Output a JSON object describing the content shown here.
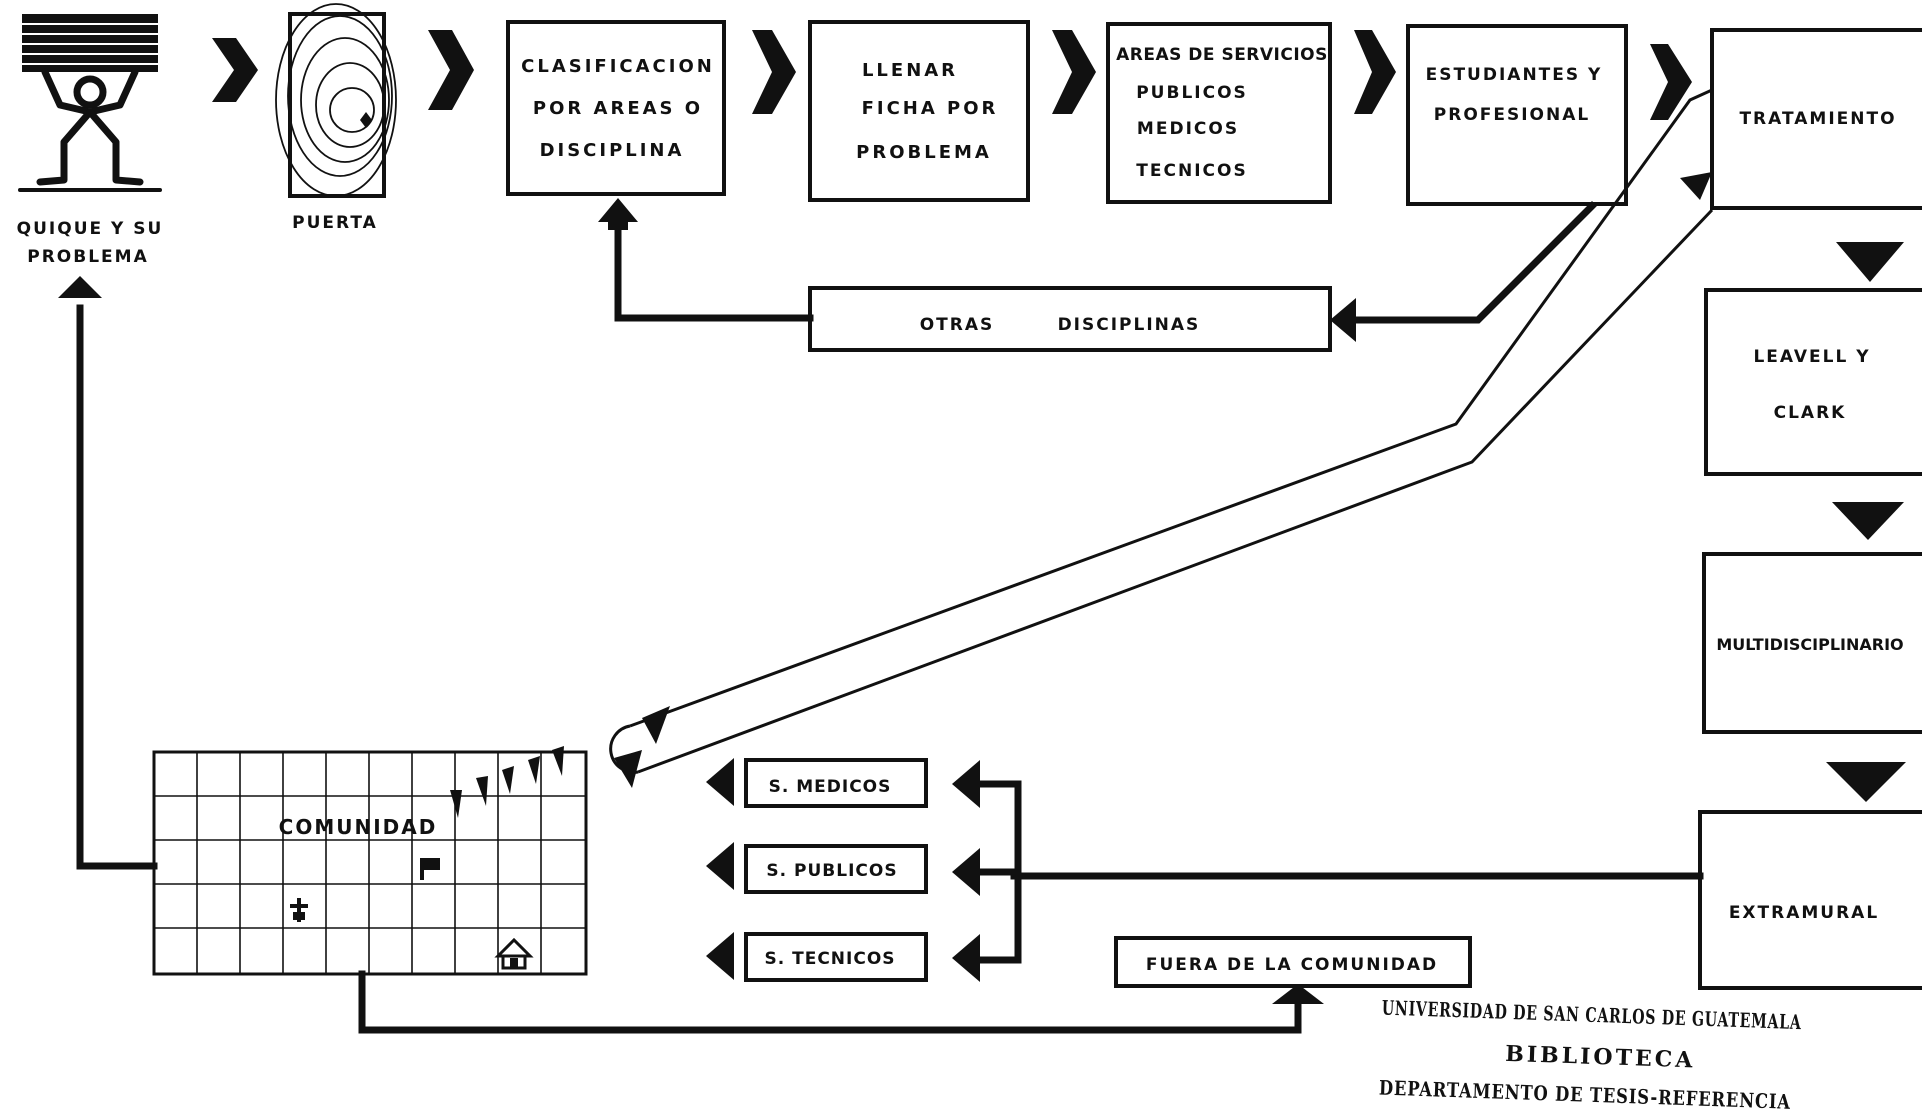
{
  "left_figure": {
    "label_line1": "QUIQUE Y SU",
    "label_line2": "PROBLEMA"
  },
  "door": {
    "label": "PUERTA"
  },
  "top_boxes": [
    {
      "lines": [
        "CLASIFICACION",
        "POR AREAS  O",
        "DISCIPLINA"
      ]
    },
    {
      "lines": [
        "LLENAR",
        "FICHA POR",
        "PROBLEMA"
      ]
    },
    {
      "lines": [
        "AREAS DE SERVICIOS",
        "PUBLICOS",
        "MEDICOS",
        "TECNICOS"
      ]
    },
    {
      "lines": [
        "ESTUDIANTES Y",
        "PROFESIONAL"
      ]
    },
    {
      "lines": [
        "TRATAMIENTO"
      ]
    }
  ],
  "otras": {
    "label": "OTRAS        DISCIPLINAS"
  },
  "right_column": [
    {
      "lines": [
        "LEAVELL  Y",
        "CLARK"
      ]
    },
    {
      "lines": [
        "MULTIDISCIPLINARIO"
      ]
    },
    {
      "lines": [
        "EXTRAMURAL"
      ]
    }
  ],
  "community": {
    "label": "COMUNIDAD"
  },
  "services": [
    {
      "label": "S. MEDICOS"
    },
    {
      "label": "S. PUBLICOS"
    },
    {
      "label": "S. TECNICOS"
    }
  ],
  "outside": {
    "label": "FUERA DE LA COMUNIDAD"
  },
  "stamp": {
    "line1": "UNIVERSIDAD DE SAN CARLOS DE GUATEMALA",
    "line2": "BIBLIOTECA",
    "line3": "DEPARTAMENTO DE TESIS-REFERENCIA"
  },
  "colors": {
    "ink": "#111111",
    "paper": "#ffffff"
  }
}
